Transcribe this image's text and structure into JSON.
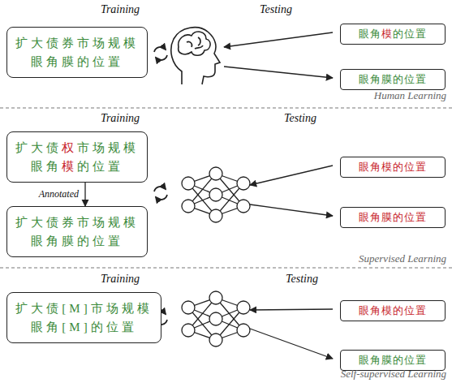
{
  "diagram": {
    "nodes": [
      {
        "text": [
          "扩大债券市场规模",
          "眼角膜的位置"
        ]
      },
      {
        "text": [
          "眼角模的位置"
        ]
      },
      {
        "text": [
          "眼角膜的位置"
        ]
      },
      {
        "text": [
          "扩大债权市场规模",
          "眼角模的位置"
        ]
      },
      {
        "text": [
          "眼角模的位置"
        ]
      },
      {
        "text": [
          "扩大债券市场规模",
          "眼角膜的位置"
        ]
      },
      {
        "text": [
          "眼角膜的位置"
        ]
      },
      {
        "text": [
          "扩大债[M]市场规模",
          "眼角[M]的位置"
        ]
      },
      {
        "text": [
          "眼角模的位置"
        ]
      },
      {
        "text": [
          "眼角膜的位置"
        ]
      }
    ],
    "edges": [
      {
        "from": 3,
        "to": 5,
        "arrow": "to",
        "label": "Annotated"
      }
    ],
    "labels": [
      "Training",
      "Testing",
      "Human Learning",
      "Training",
      "Testing",
      "Supervised Learning",
      "Training",
      "Testing",
      "Self-supervised Learning"
    ]
  }
}
